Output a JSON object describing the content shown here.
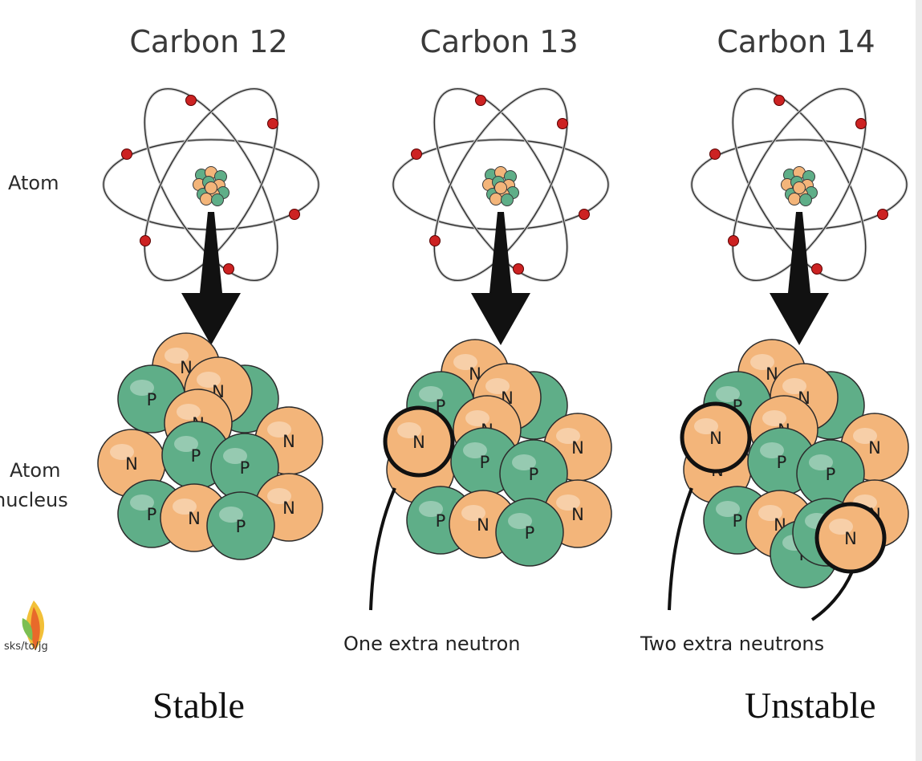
{
  "columns": [
    {
      "title": "Carbon 12",
      "caption": ""
    },
    {
      "title": "Carbon 13",
      "caption": "One extra neutron"
    },
    {
      "title": "Carbon 14",
      "caption": "Two extra neutrons"
    }
  ],
  "row_labels": {
    "atom": "Atom",
    "nucleus_line1": "Atom",
    "nucleus_line2": "nucleus"
  },
  "stability": {
    "left": "Stable",
    "right": "Unstable"
  },
  "logo": {
    "text": "sks/to/jg",
    "icon": "flame-leaf-logo"
  },
  "particle_letters": {
    "neutron": "N",
    "proton": "P"
  },
  "colors": {
    "neutron": "#f3b57a",
    "proton": "#5fae88",
    "electron": "#cc2222",
    "arrow": "#111111"
  }
}
